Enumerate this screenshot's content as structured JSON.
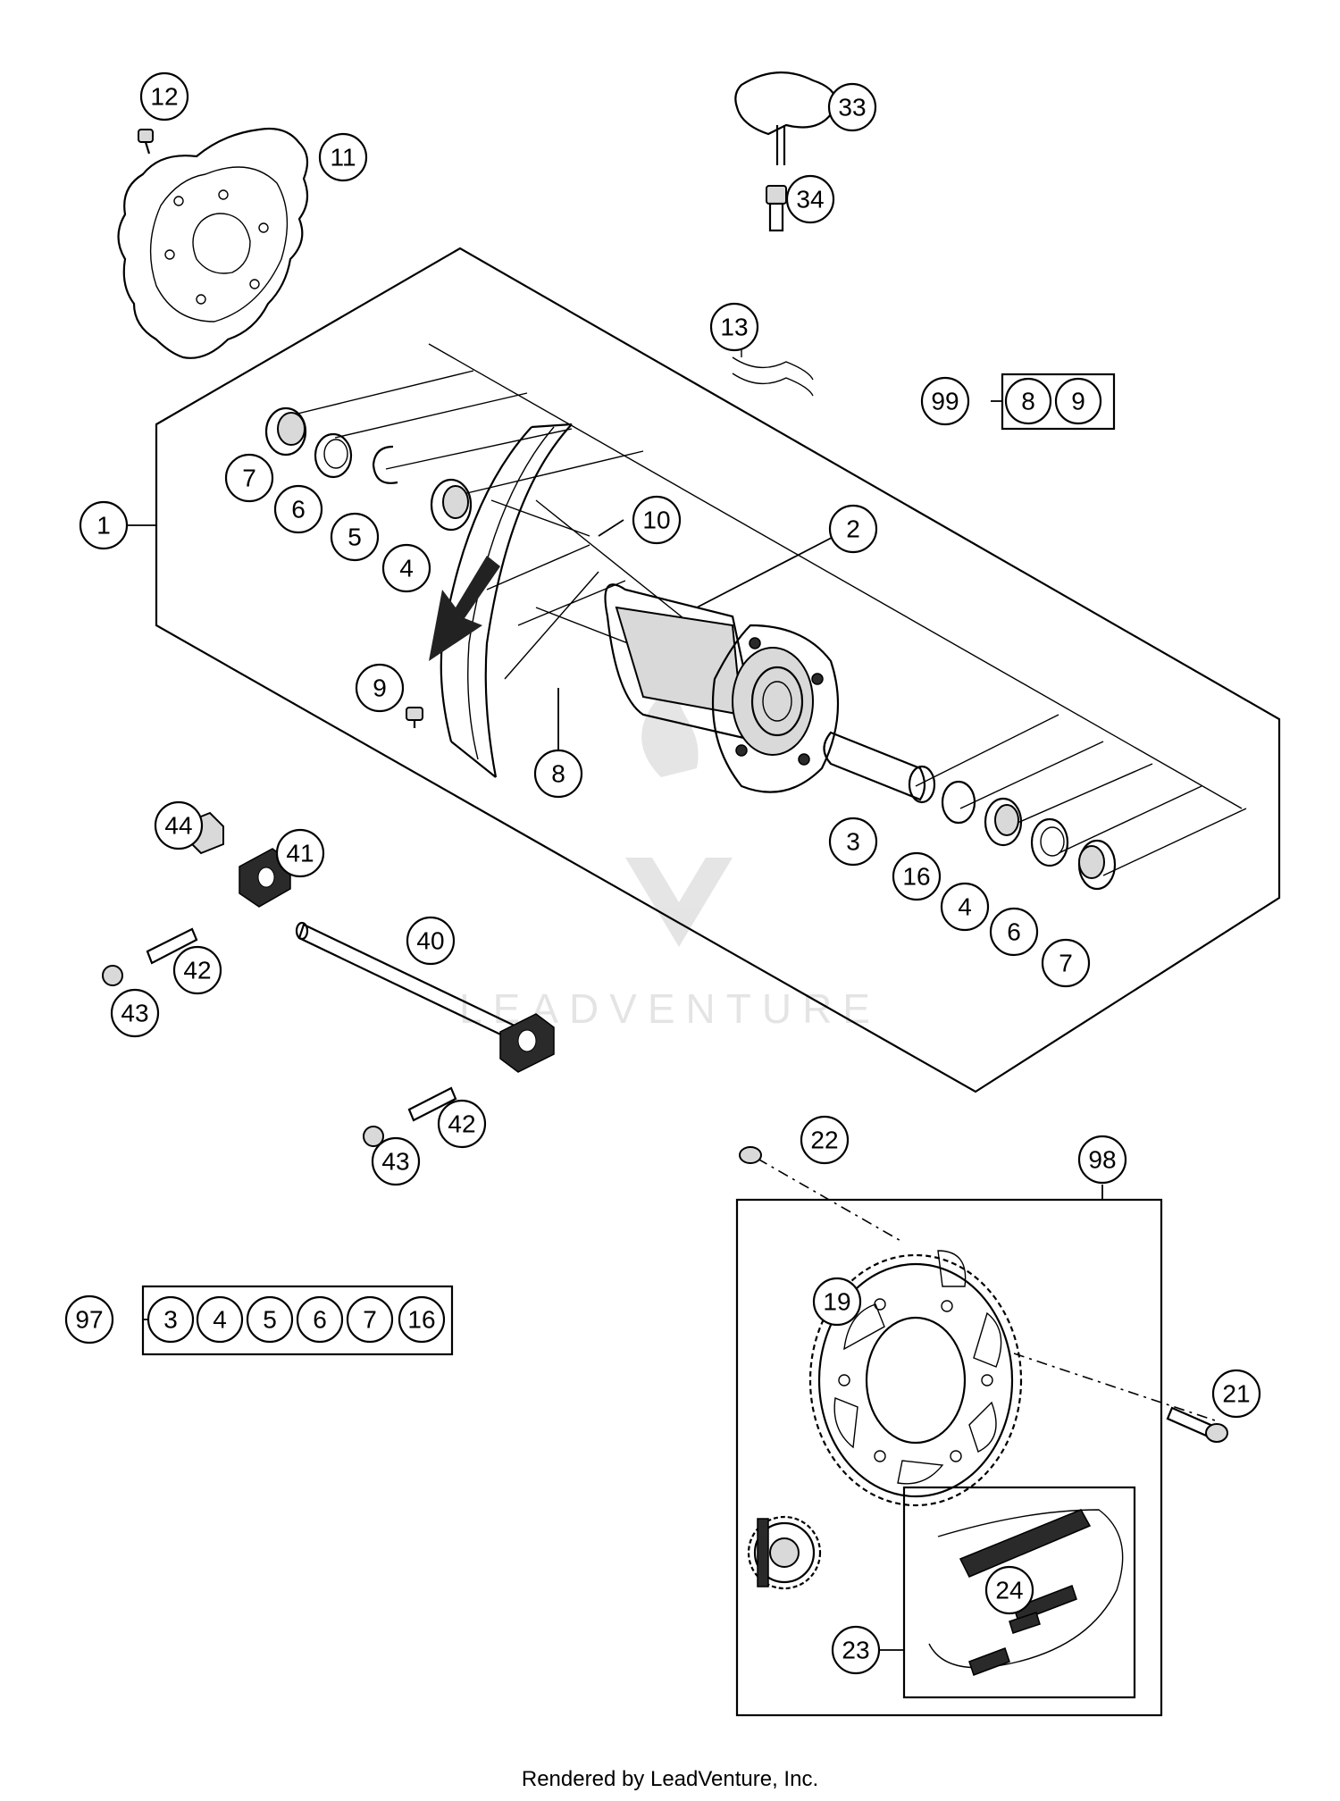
{
  "callouts": {
    "c1": "1",
    "c2": "2",
    "c3": "3",
    "c3b": "3",
    "c4": "4",
    "c4b": "4",
    "c4c": "4",
    "c5": "5",
    "c5b": "5",
    "c6": "6",
    "c6b": "6",
    "c6c": "6",
    "c7": "7",
    "c7b": "7",
    "c7c": "7",
    "c8": "8",
    "c8b": "8",
    "c9": "9",
    "c9b": "9",
    "c10": "10",
    "c11": "11",
    "c12": "12",
    "c13": "13",
    "c16": "16",
    "c16b": "16",
    "c19": "19",
    "c21": "21",
    "c22": "22",
    "c23": "23",
    "c24": "24",
    "c33": "33",
    "c34": "34",
    "c40": "40",
    "c41": "41",
    "c42": "42",
    "c42b": "42",
    "c43": "43",
    "c43b": "43",
    "c44": "44",
    "c97": "97",
    "c98": "98",
    "c99": "99"
  },
  "watermark": "LEADVENTURE",
  "footer": "Rendered by LeadVenture, Inc."
}
